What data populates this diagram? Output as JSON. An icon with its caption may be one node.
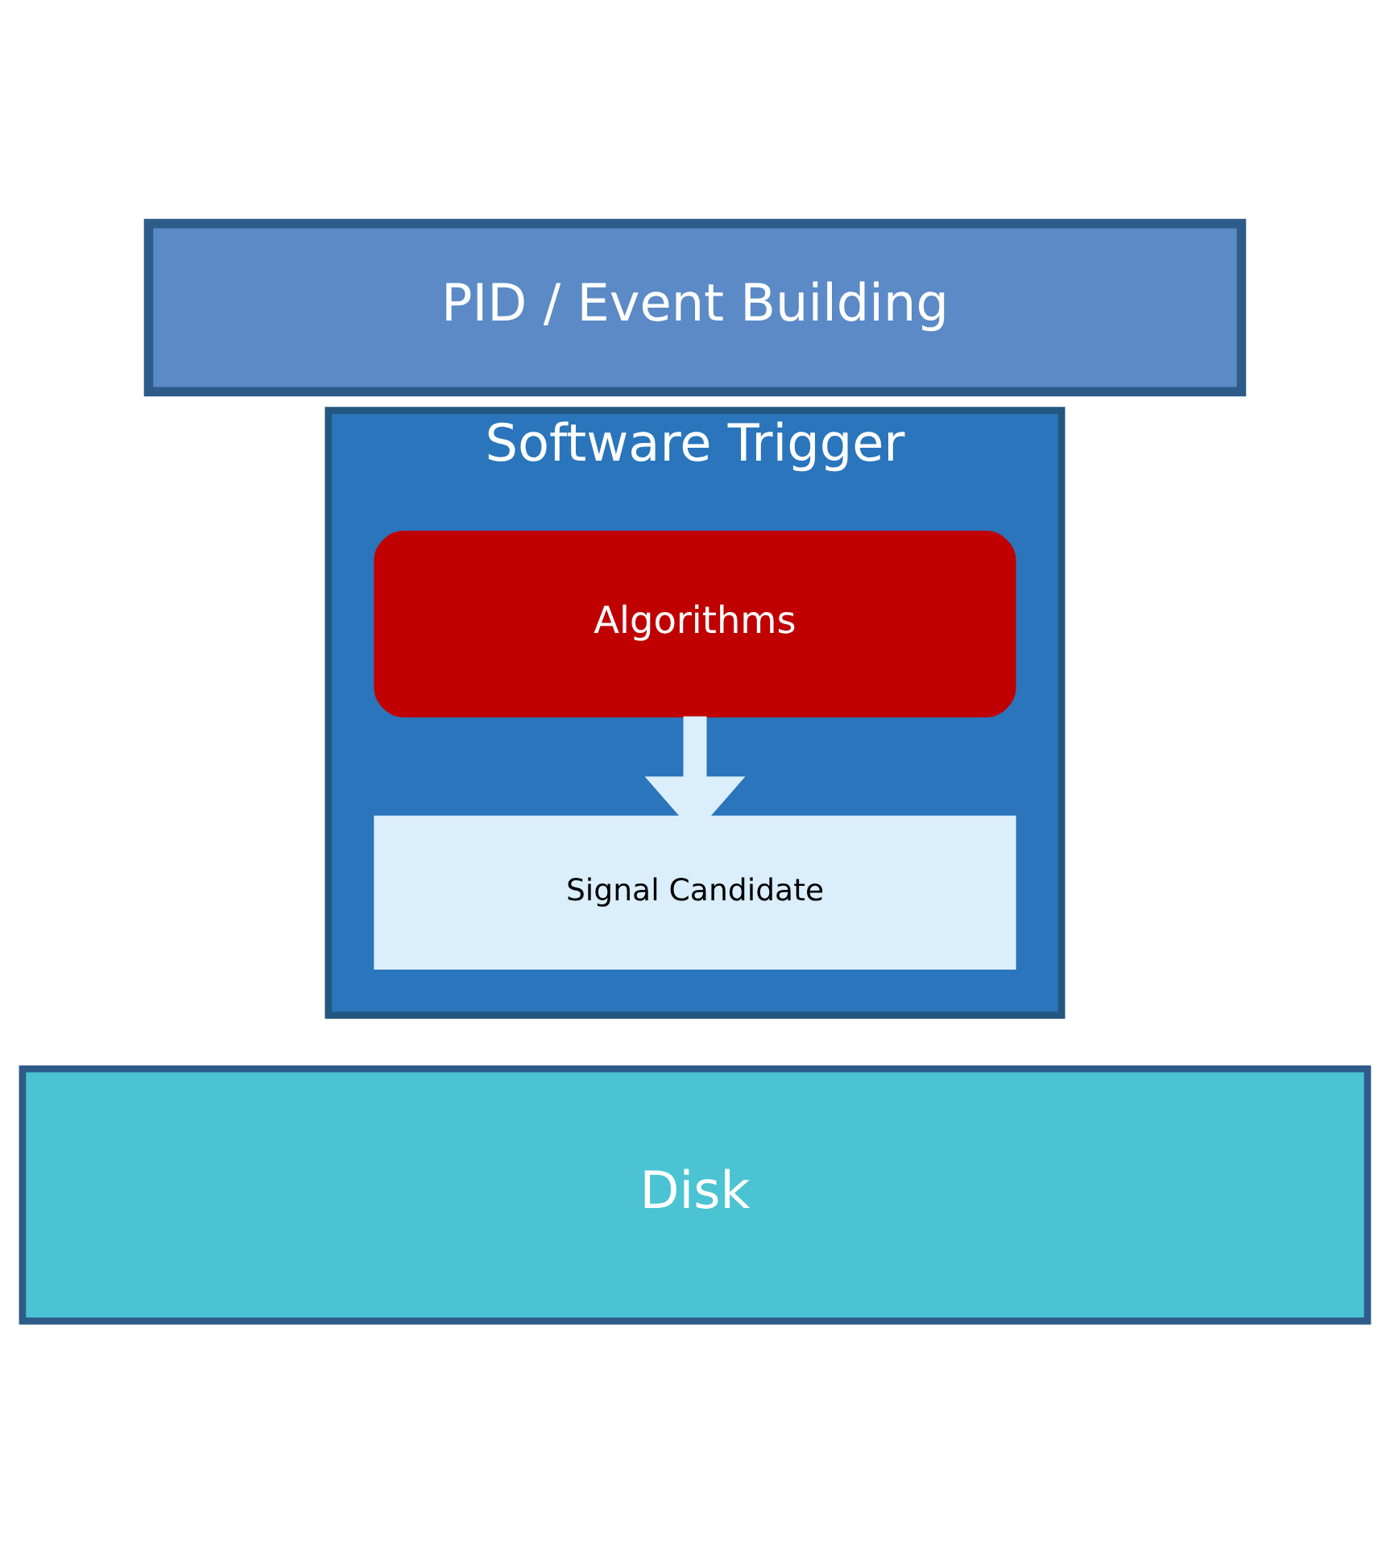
{
  "diagram": {
    "nodes": [
      {
        "text": [
          "PID / Event Building"
        ]
      },
      {
        "text": [
          "Software Trigger"
        ]
      },
      {
        "text": [
          "Algorithms"
        ],
        "in": 1
      },
      {
        "text": [
          "Signal Candidate"
        ],
        "in": 1
      },
      {
        "text": [
          "Disk"
        ]
      }
    ],
    "edges": [
      {
        "from": 2,
        "to": 3,
        "arrow": "to"
      }
    ]
  }
}
